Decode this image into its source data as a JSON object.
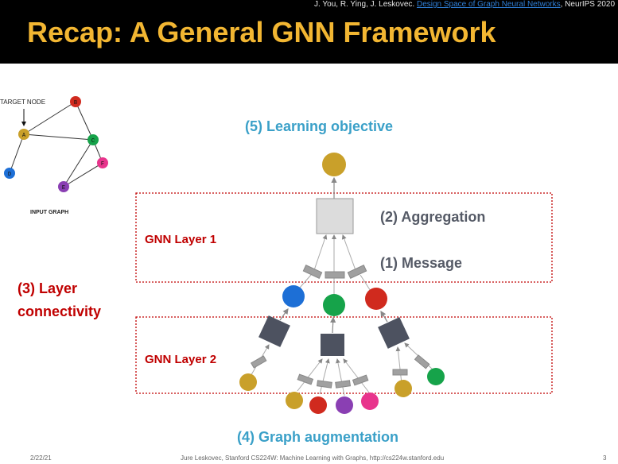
{
  "header": {
    "citation_authors": "J. You, R. Ying, J. Leskovec.",
    "citation_link": "Design Space of Graph Neural Networks",
    "citation_venue": ", NeurIPS 2020",
    "title": "Recap: A General GNN Framework"
  },
  "input_graph": {
    "target_label": "TARGET NODE",
    "caption": "INPUT GRAPH",
    "nodes": [
      "A",
      "B",
      "C",
      "D",
      "E",
      "F"
    ]
  },
  "labels": {
    "learning_objective": "(5) Learning objective",
    "aggregation": "(2) Aggregation",
    "message": "(1) Message",
    "layer_connectivity_1": "(3) Layer",
    "layer_connectivity_2": "connectivity",
    "gnn_layer_1": "GNN Layer 1",
    "gnn_layer_2": "GNN Layer 2",
    "graph_augmentation": "(4) Graph augmentation"
  },
  "footer": {
    "date": "2/22/21",
    "credit": "Jure Leskovec, Stanford CS224W: Machine Learning with Graphs, http://cs224w.stanford.edu",
    "page": "3"
  },
  "colors": {
    "accent_gold": "#f2b632",
    "label_blue": "#3aa0c8",
    "label_red": "#c00000",
    "label_gray": "#555a66"
  }
}
